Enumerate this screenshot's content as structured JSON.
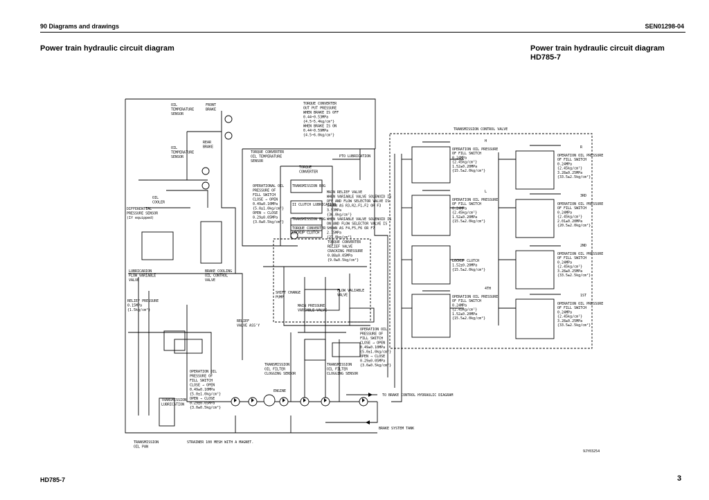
{
  "header": {
    "left": "90 Diagrams and drawings",
    "right": "SEN01298-04"
  },
  "title_left": "Power train hydraulic circuit diagram",
  "title_right": {
    "line1": "Power train hydraulic circuit diagram",
    "line2": "HD785-7"
  },
  "footer": {
    "model": "HD785-7",
    "page": "3"
  },
  "diagram": {
    "labels": {
      "oil_temp_sensor_1": [
        "OIL",
        "TEMPERATURE",
        "SENSOR"
      ],
      "front_brake": [
        "FRONT",
        "BRAKE"
      ],
      "rear_brake": [
        "REAR",
        "BRAKE"
      ],
      "oil_temp_sensor_2": [
        "OIL",
        "TEMPERATURE",
        "SENSOR"
      ],
      "oil_cooler": [
        "OIL",
        "COOLER"
      ],
      "diff_pressure_sensor": [
        "DIFFERENTIAL",
        "PRESSURE SENSOR",
        "(If equipped)"
      ],
      "tc_out_pressure": [
        "TORQUE CONVERTER",
        "OUT PUT PRESSURE",
        "WHEN BRAKE IS OFF",
        "0.44~0.53MPa",
        "{4.5~5.4kg/cm²}",
        "WHEN BRAKE IS ON",
        "0.44~0.59MPa",
        "{4.5~6.0kg/cm²}"
      ],
      "tc_oil_temp_sensor": [
        "TORQUE CONVERTER",
        "OIL TEMPERATURE",
        "SENSOR"
      ],
      "torque_converter": [
        "TORQUE",
        "CONVERTER"
      ],
      "pto_lubrication": "PTO LUBRICATION",
      "transmission_control_valve": "TRANSMISSION CONTROL VALVE",
      "op_oil_pressure_fill_switch": [
        "OPERATIONAL OIL",
        "PRESSURE OF",
        "FILL SWITCH",
        "CLOSE → OPEN",
        "0.49±0.10MPa",
        "{5.0±1.0kg/cm²}",
        "OPEN → CLOSE",
        "0.29±0.05MPa",
        "{3.0±0.5kg/cm²}"
      ],
      "transmission_brg": "TRANSMISSION BRG",
      "ii_clutch_lubrication": "II CLUTCH LUBRICATION",
      "transmission_brg_2": "TRANSMISSION BRG",
      "tc_lockup_clutch": [
        "TORQUE CONVERTER",
        "LOCKUP CLUTCH"
      ],
      "main_relief_valve": [
        "MAIN RELIEF VALVE",
        "WHEN VARIABLE VALVE SOLENOID IS",
        "OFF AND FLOW SELECTOR VALVE IS",
        "SHOWN AS R3,R2,F1,F2 OR F3",
        "3.53MPa",
        "{36.0kg/cm²}",
        "WHEN VARIABLE VALVE SOLENOID IS",
        "ON AND FLOW SELECTOR VALVE IS",
        "SHOWN AS F4,F5,F6 OR F7",
        "2.75MPa",
        "{27.0kg/cm²}"
      ],
      "tc_relief_valve": [
        "TORQUE CONVERTER",
        "RELIEF VALVE",
        "CRACKING PRESSURE",
        "0.88±0.05MPa",
        "{9.0±0.5kg/cm²}"
      ],
      "lubrication_flow_variable_valve": [
        "LUBRICARION",
        "FLOW VARIABLE",
        "VALVE"
      ],
      "brake_cooling_oil_control_valve": [
        "BRAKE COOLING",
        "OIL CONTROL",
        "VALVE"
      ],
      "relief_pressure": [
        "RELIEF PRESSURE",
        "0.15MPa",
        "{1.5kg/cm²}"
      ],
      "flow_variable_valve": [
        "FLOW VALIABLE",
        "VALVE"
      ],
      "relief_valve_assy": [
        "RELIEF",
        "VALVE ASS'Y"
      ],
      "shift_change_pump": [
        "SHIFT CHANGE",
        "PUMP"
      ],
      "main_pressure_variable_valve": [
        "MAIN PRESSURE",
        "VARIABLE VALVE"
      ],
      "op_oil_fill_switch_2": [
        "OPERATION OIL",
        "PRESSURE OF",
        "FILL SWITCH",
        "CLOSE → OPEN",
        "0.49±0.10MPa",
        "{5.0±1.0kg/cm²}",
        "OPEN → CLOSE",
        "0.29±0.05MPa",
        "{3.0±0.5kg/cm²}"
      ],
      "trans_oil_filter_clog_1": [
        "TRANSMISSION",
        "OIL FILTER",
        "CLOGGING SENSOR"
      ],
      "trans_oil_filter_clog_2": [
        "TRANSMISSION",
        "OIL FILTER",
        "CLOGGING SENSOR"
      ],
      "op_oil_fill_switch_3": [
        "OPERATION OIL",
        "PRESSURE OF",
        "FILL SWITCH",
        "CLOSE → OPEN",
        "0.49±0.10MPa",
        "{5.0±1.0kg/cm²}",
        "OPEN → CLOSE",
        "0.29±0.05MPa",
        "{3.0±0.5kg/cm²}"
      ],
      "transmission_lubrication": [
        "TRANSMISSION",
        "LUBRICATION"
      ],
      "engine": "ENGINE",
      "to_brake_control": "TO BRAKE CONTROL HYDRAULIC DIAGRAM",
      "brake_system_tank": "BRAKE SYSTEM TANK",
      "transmission_oil_pan": [
        "TRANSMISSION",
        "OIL PAN"
      ],
      "strainer": "STRAINER 100 MESH WITH A MAGNET.",
      "lockup_clutch_spec": [
        "LOCKUP CLUTCH",
        "1.52±0.20MPa",
        "{15.5±2.0kg/cm²}"
      ],
      "drawing_no": "9JY03254"
    },
    "clutch_blocks_left": [
      {
        "tag": "H",
        "lines": [
          "OPERATION OIL PRESSURE",
          "OF FILL SWITCH",
          "0.24MPa",
          "{2.45kg/cm²}",
          "1.52±0.20MPa",
          "{15.5±2.0kg/cm²}"
        ]
      },
      {
        "tag": "L",
        "lines": [
          "OPERATION OIL PRESSURE",
          "OF FILL SWITCH",
          "0.24MPa",
          "{2.45kg/cm²}",
          "1.52±0.20MPa",
          "{15.5±2.0kg/cm²}"
        ]
      },
      {
        "tag": "4TH",
        "lines": [
          "OPERATION OIL PRESSURE",
          "OF FILL SWITCH",
          "0.24MPa",
          "{2.45kg/cm²}",
          "1.52±0.20MPa",
          "{15.5±2.0kg/cm²}"
        ]
      }
    ],
    "clutch_blocks_right": [
      {
        "tag": "R",
        "lines": [
          "OPERATION OIL PRESSURE",
          "OF FILL SWITCH",
          "0.24MPa",
          "{2.45kg/cm²}",
          "3.28±0.25MPa",
          "{33.5±2.5kg/cm²}"
        ]
      },
      {
        "tag": "3RD",
        "lines": [
          "OPERATION OIL PRESSURE",
          "OF FILL SWITCH",
          "0.24MPa",
          "{2.45kg/cm²}",
          "2.01±0.20MPa",
          "{20.5±2.0kg/cm²}"
        ]
      },
      {
        "tag": "2ND",
        "lines": [
          "OPERATION OIL PRESSURE",
          "OF FILL SWITCH",
          "0.24MPa",
          "{2.45kg/cm²}",
          "3.28±0.25MPa",
          "{33.5±2.5kg/cm²}"
        ]
      },
      {
        "tag": "1ST",
        "lines": [
          "OPERATION OIL PRESSURE",
          "OF FILL SWITCH",
          "0.24MPa",
          "{2.45kg/cm²}",
          "3.28±0.25MPa",
          "{33.5±2.5kg/cm²}"
        ]
      }
    ]
  }
}
